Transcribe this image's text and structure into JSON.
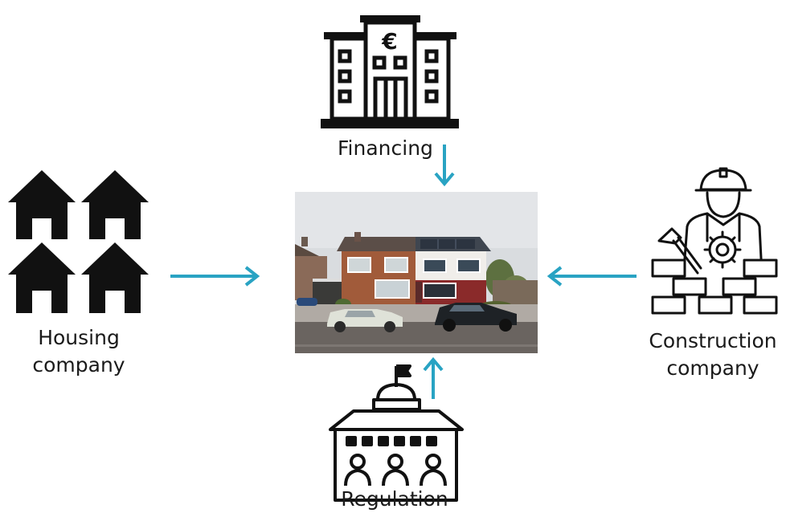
{
  "diagram": {
    "financing": {
      "label": "Financing"
    },
    "housing": {
      "line1": "Housing",
      "line2": "company"
    },
    "construction": {
      "line1": "Construction",
      "line2": "company"
    },
    "regulation": {
      "label": "Regulation"
    },
    "currency_symbol": "€"
  },
  "colors": {
    "arrow": "#29a3c3",
    "icon": "#111111",
    "background": "#ffffff"
  },
  "icons": {
    "financing": "bank-building-euro-icon",
    "housing": "four-houses-icon",
    "construction": "construction-worker-bricks-icon",
    "regulation": "government-building-people-icon",
    "center": "houses-street-photo"
  }
}
